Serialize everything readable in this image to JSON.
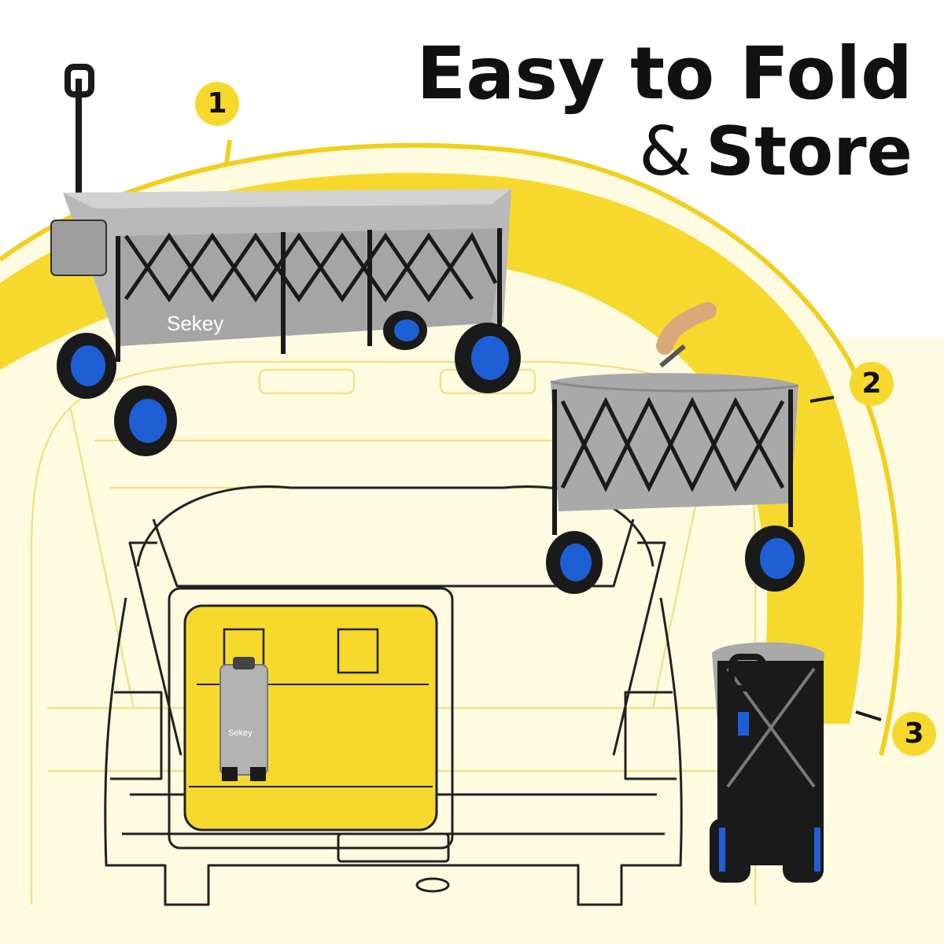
{
  "headline": {
    "line1": "Easy to Fold",
    "line2_amp": "&",
    "line2_bold": "Store"
  },
  "steps": [
    {
      "label": "1"
    },
    {
      "label": "2"
    },
    {
      "label": "3"
    }
  ],
  "brand": {
    "logo_text": "Sekey"
  },
  "colors": {
    "accent_yellow": "#f7d92e",
    "wagon_gray": "#a9a9a9",
    "frame_black": "#1a1a1a",
    "wheel_blue": "#1f5fd6"
  }
}
